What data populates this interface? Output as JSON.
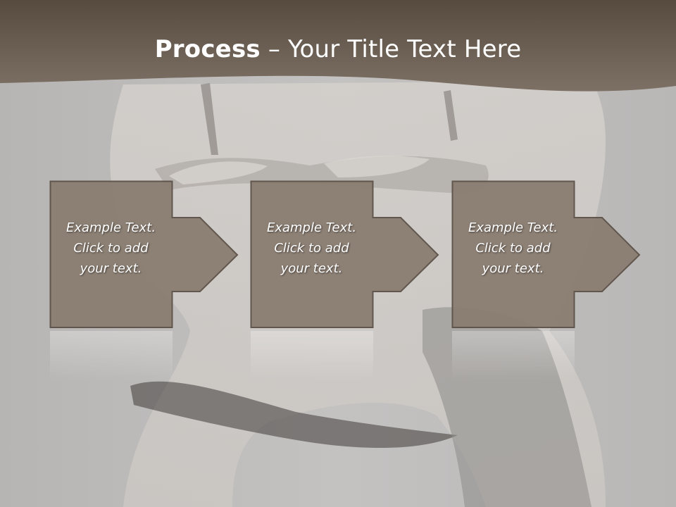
{
  "slide": {
    "title_bold": "Process",
    "title_rest": " – Your Title Text Here"
  },
  "steps": [
    {
      "lines": [
        "Example Text.",
        "Click  to add",
        "your text."
      ]
    },
    {
      "lines": [
        "Example Text.",
        "Click  to add",
        "your text."
      ]
    },
    {
      "lines": [
        "Example Text.",
        "Click  to add",
        "your text."
      ]
    }
  ],
  "colors": {
    "title_band": "#6e6257",
    "box_fill": "#8a7d71",
    "box_stroke": "#5c5148",
    "background": "#bdbbba"
  }
}
